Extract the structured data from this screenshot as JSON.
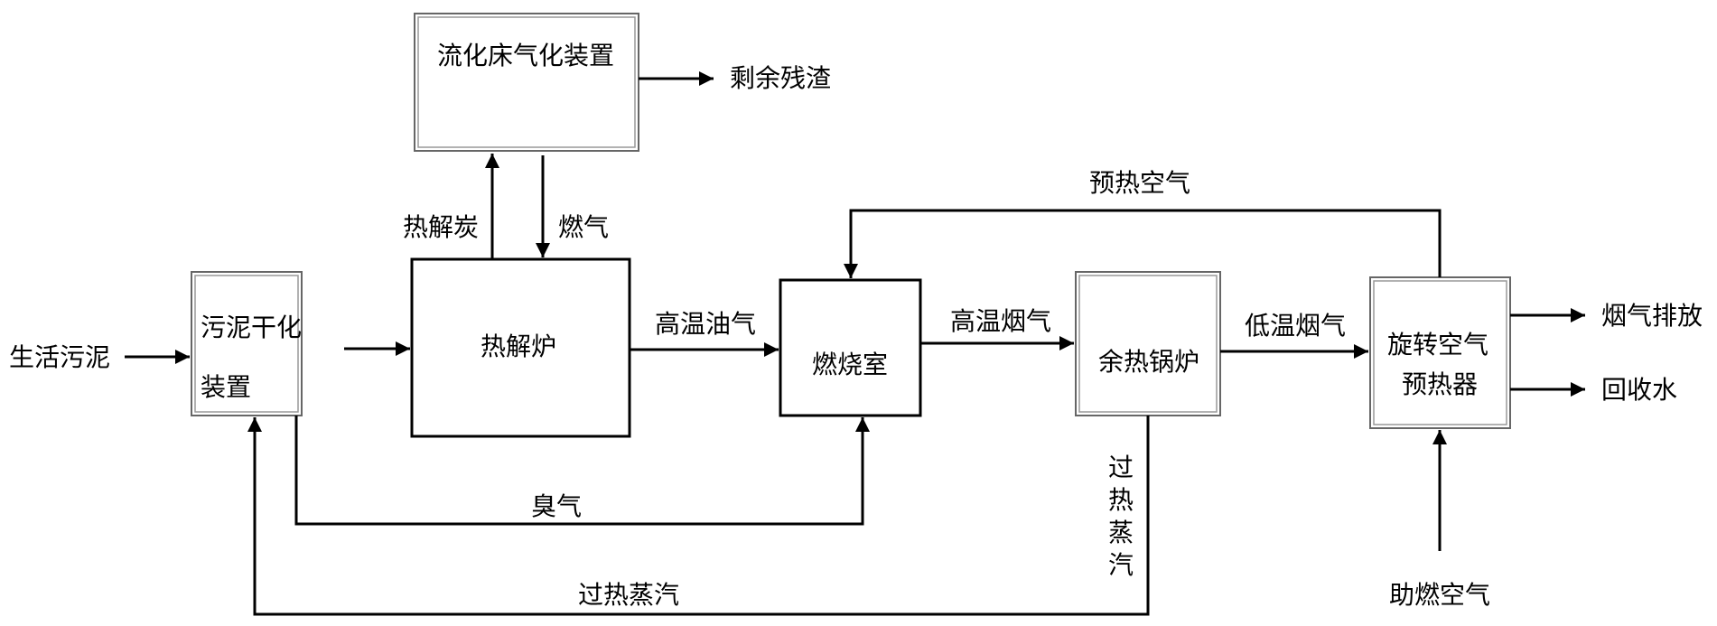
{
  "nodes": {
    "gasifier": "流化床气化装置",
    "dryer_line1": "污泥干化",
    "dryer_line2": "装置",
    "pyrolyzer": "热解炉",
    "combustor": "燃烧室",
    "boiler": "余热锅炉",
    "preheater_line1": "旋转空气",
    "preheater_line2": "预热器"
  },
  "labels": {
    "raw_sludge": "生活污泥",
    "residue": "剩余残渣",
    "char": "热解炭",
    "fuel_gas": "燃气",
    "hot_oil_gas": "高温油气",
    "hot_flue_gas": "高温烟气",
    "low_temp_flue_gas": "低温烟气",
    "preheated_air": "预热空气",
    "flue_gas_emission": "烟气排放",
    "recovered_water": "回收水",
    "combustion_air": "助燃空气",
    "odor_gas": "臭气",
    "superheated_steam_bottom": "过热蒸汽",
    "superheated_steam_vertical": "过热蒸汽"
  }
}
